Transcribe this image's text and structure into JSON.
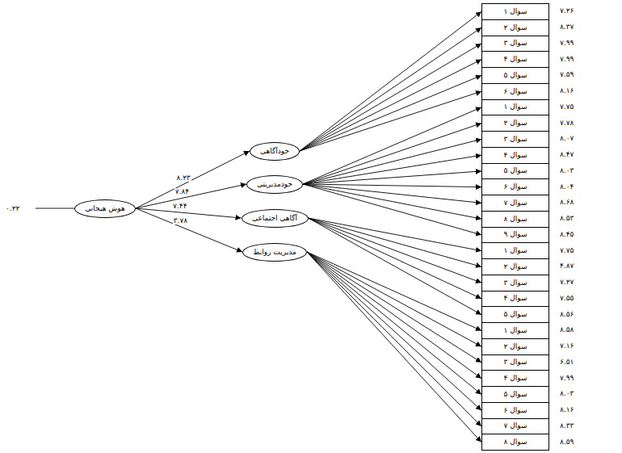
{
  "diagram": {
    "nodes": [
      {
        "text": [
          "هوش هیجانی"
        ]
      },
      {
        "text": [
          "خودآگاهی"
        ]
      },
      {
        "text": [
          "خودمدیریتی"
        ]
      },
      {
        "text": [
          "آگاهی اجتماعی"
        ]
      },
      {
        "text": [
          "مدیریت روابط"
        ]
      },
      {
        "text": [
          "سوال ۱"
        ]
      },
      {
        "text": [
          "سوال ۲"
        ]
      },
      {
        "text": [
          "سوال ۳"
        ]
      },
      {
        "text": [
          "سوال ۴"
        ]
      },
      {
        "text": [
          "سوال ۵"
        ]
      },
      {
        "text": [
          "سوال ۶"
        ]
      },
      {
        "text": [
          "سوال ۱"
        ]
      },
      {
        "text": [
          "سوال ۲"
        ]
      },
      {
        "text": [
          "سوال ۳"
        ]
      },
      {
        "text": [
          "سوال ۴"
        ]
      },
      {
        "text": [
          "سوال ۵"
        ]
      },
      {
        "text": [
          "سوال ۶"
        ]
      },
      {
        "text": [
          "سوال ۷"
        ]
      },
      {
        "text": [
          "سوال ۸"
        ]
      },
      {
        "text": [
          "سوال ۹"
        ]
      },
      {
        "text": [
          "سوال ۱"
        ]
      },
      {
        "text": [
          "سوال ۲"
        ]
      },
      {
        "text": [
          "سوال ۳"
        ]
      },
      {
        "text": [
          "سوال ۴"
        ]
      },
      {
        "text": [
          "سوال ۵"
        ]
      },
      {
        "text": [
          "سوال ۱"
        ]
      },
      {
        "text": [
          "سوال ۲"
        ]
      },
      {
        "text": [
          "سوال ۳"
        ]
      },
      {
        "text": [
          "سوال ۴"
        ]
      },
      {
        "text": [
          "سوال ۵"
        ]
      },
      {
        "text": [
          "سوال ۶"
        ]
      },
      {
        "text": [
          "سوال ۷"
        ]
      },
      {
        "text": [
          "سوال ۸"
        ]
      }
    ],
    "edges": [
      {
        "from": 0,
        "to": 1,
        "arrow": "to",
        "label": "۸.۲۳"
      },
      {
        "from": 0,
        "to": 2,
        "arrow": "to",
        "label": "۷.۸۴"
      },
      {
        "from": 0,
        "to": 3,
        "arrow": "to",
        "label": "۷.۴۴"
      },
      {
        "from": 0,
        "to": 4,
        "arrow": "to",
        "label": "۳.۷۸"
      },
      {
        "from": 1,
        "to": 5,
        "arrow": "to"
      },
      {
        "from": 1,
        "to": 6,
        "arrow": "to"
      },
      {
        "from": 1,
        "to": 7,
        "arrow": "to"
      },
      {
        "from": 1,
        "to": 8,
        "arrow": "to"
      },
      {
        "from": 1,
        "to": 9,
        "arrow": "to"
      },
      {
        "from": 1,
        "to": 10,
        "arrow": "to"
      },
      {
        "from": 2,
        "to": 11,
        "arrow": "to"
      },
      {
        "from": 2,
        "to": 12,
        "arrow": "to"
      },
      {
        "from": 2,
        "to": 13,
        "arrow": "to"
      },
      {
        "from": 2,
        "to": 14,
        "arrow": "to"
      },
      {
        "from": 2,
        "to": 15,
        "arrow": "to"
      },
      {
        "from": 2,
        "to": 16,
        "arrow": "to"
      },
      {
        "from": 2,
        "to": 17,
        "arrow": "to"
      },
      {
        "from": 2,
        "to": 18,
        "arrow": "to"
      },
      {
        "from": 2,
        "to": 19,
        "arrow": "to"
      },
      {
        "from": 3,
        "to": 20,
        "arrow": "to"
      },
      {
        "from": 3,
        "to": 21,
        "arrow": "to"
      },
      {
        "from": 3,
        "to": 22,
        "arrow": "to"
      },
      {
        "from": 3,
        "to": 23,
        "arrow": "to"
      },
      {
        "from": 3,
        "to": 24,
        "arrow": "to"
      },
      {
        "from": 4,
        "to": 25,
        "arrow": "to"
      },
      {
        "from": 4,
        "to": 26,
        "arrow": "to"
      },
      {
        "from": 4,
        "to": 27,
        "arrow": "to"
      },
      {
        "from": 4,
        "to": 28,
        "arrow": "to"
      },
      {
        "from": 4,
        "to": 29,
        "arrow": "to"
      },
      {
        "from": 4,
        "to": 30,
        "arrow": "to"
      },
      {
        "from": 4,
        "to": 31,
        "arrow": "to"
      },
      {
        "from": 4,
        "to": 32,
        "arrow": "to"
      }
    ],
    "labels": [
      "۰.۲۲",
      "۷.۲۶",
      "۸.۳۷",
      "۷.۹۹",
      "۷.۹۹",
      "۷.۵۹",
      "۸.۱۶",
      "۷.۷۵",
      "۷.۷۸",
      "۸.۰۷",
      "۸.۴۷",
      "۸.۰۳",
      "۸.۰۴",
      "۸.۶۸",
      "۸.۵۳",
      "۸.۴۵",
      "۷.۷۵",
      "۴.۸۷",
      "۷.۲۷",
      "۷.۵۵",
      "۸.۵۶",
      "۸.۵۸",
      "۷.۱۶",
      "۶.۵۱",
      "۷.۹۹",
      "۸.۰۳",
      "۸.۱۶",
      "۸.۳۳",
      "۸.۵۹"
    ]
  }
}
